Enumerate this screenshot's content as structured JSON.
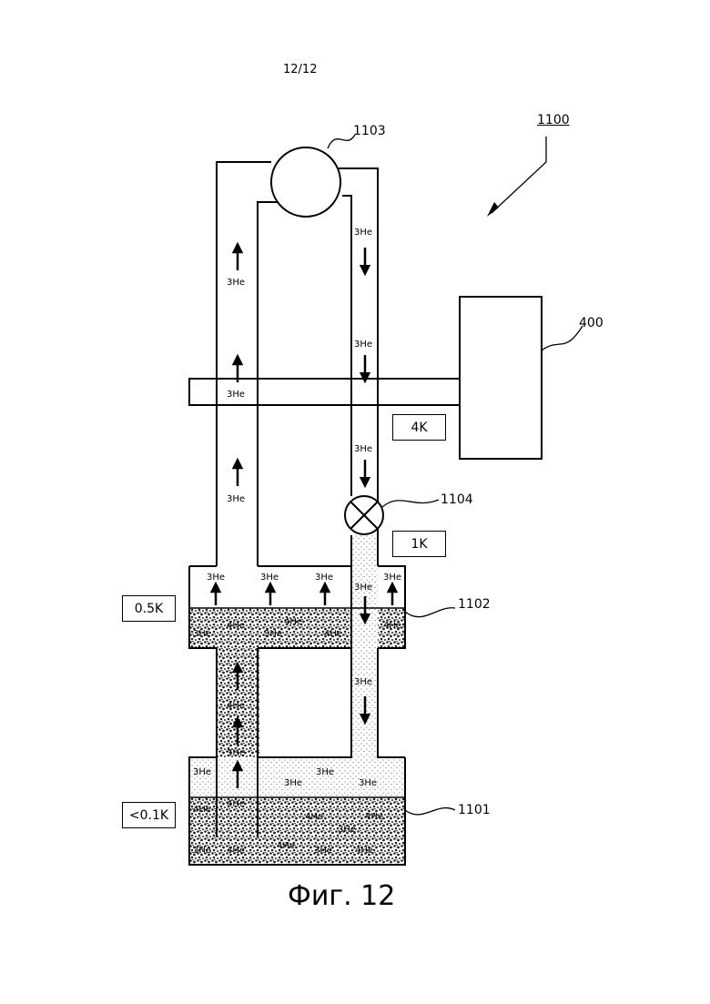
{
  "page_number": "12/12",
  "caption": "Фиг. 12",
  "refs": {
    "system": "1100",
    "pump": "1103",
    "refrigerator": "400",
    "valve": "1104",
    "still": "1102",
    "mixing_chamber": "1101"
  },
  "temps": {
    "t4k": "4K",
    "t1k": "1K",
    "t05k": "0.5K",
    "t01k": "<0.1K"
  },
  "species": {
    "he3": "3He",
    "he4": "4He"
  }
}
